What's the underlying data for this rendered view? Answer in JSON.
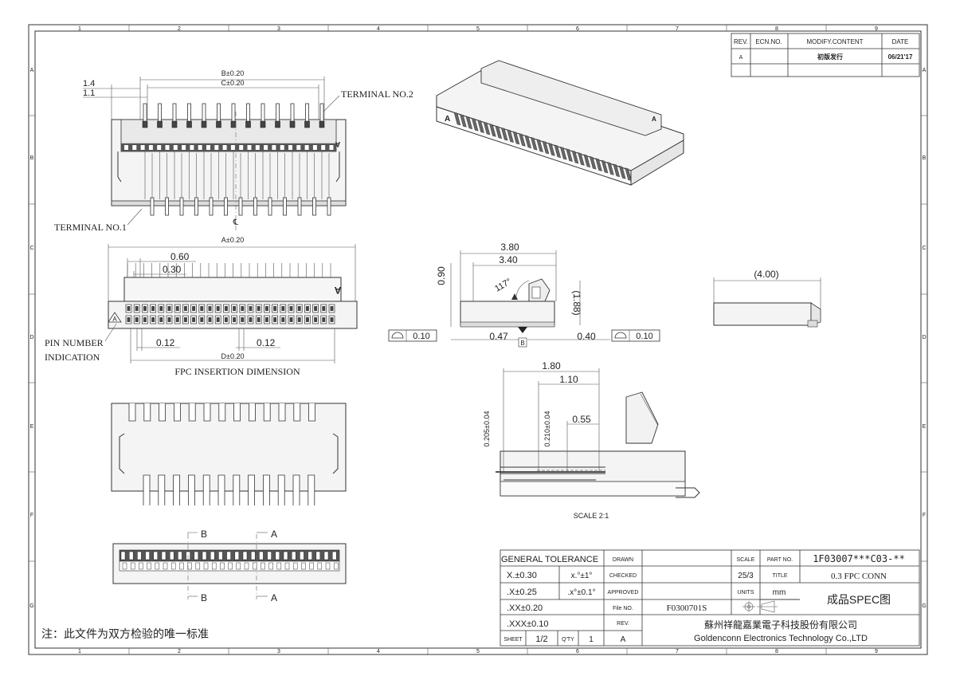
{
  "border": {
    "columns": [
      "1",
      "2",
      "3",
      "4",
      "5",
      "6",
      "7",
      "8",
      "9"
    ],
    "rows": [
      "A",
      "B",
      "C",
      "D",
      "E",
      "F",
      "G"
    ]
  },
  "revision_table": {
    "headers": [
      "REV.",
      "ECN.NO.",
      "MODIFY.CONTENT",
      "DATE"
    ],
    "row": {
      "rev": "A",
      "ecn": "",
      "content": "初版发行",
      "date": "06/21'17"
    }
  },
  "top_view": {
    "dim_b": "B±0.20",
    "dim_c": "C±0.20",
    "dim_14": "1.4",
    "dim_11": "1.1",
    "terminal_no2": "TERMINAL NO.2",
    "terminal_no1": "TERMINAL NO.1",
    "marker_a": "A",
    "centerline": "℄"
  },
  "front_view": {
    "dim_a": "A±0.20",
    "dim_060": "0.60",
    "dim_030": "0.30",
    "dim_012_left": "0.12",
    "dim_012_right": "0.12",
    "dim_d": "D±0.20",
    "pin_number_label_1": "PIN NUMBER",
    "pin_number_label_2": "INDICATION",
    "fpc_insertion": "FPC INSERTION DIMENSION",
    "marker_a": "A"
  },
  "iso_view": {
    "marker_a": "A"
  },
  "side_view": {
    "dim_380": "3.80",
    "dim_340": "3.40",
    "dim_090": "0.90",
    "angle": "117°",
    "dim_188": "(1.88)",
    "flatness_left": "0.10",
    "flatness_right": "0.10",
    "dim_047": "0.47",
    "dim_040": "0.40",
    "datum_b": "B"
  },
  "end_view": {
    "dim_400": "(4.00)"
  },
  "detail_view": {
    "dim_180": "1.80",
    "dim_110": "1.10",
    "dim_055": "0.55",
    "dim_0205": "0.205±0.04",
    "dim_0210": "0.210±0.04",
    "scale_label": "SCALE 2:1"
  },
  "section_marks": {
    "b_top": "B",
    "a_top": "A",
    "b_bottom": "B",
    "a_bottom": "A"
  },
  "title_block": {
    "general_tolerance": "GENERAL TOLERANCE",
    "tol_x": "X.±0.30",
    "tol_x1": ".X±0.25",
    "tol_x2": ".XX±0.20",
    "tol_x3": ".XXX±0.10",
    "ang_1": "x.°±1°",
    "ang_2": ".x°±0.1°",
    "drawn": "DRAWN",
    "checked": "CHECKED",
    "approved": "APPROVED",
    "file_no_label": "File NO.",
    "file_no": "F0300701S",
    "rev_label": "REV.",
    "rev": "A",
    "sheet_label": "SHEET",
    "sheet": "1/2",
    "qty_label": "Q'TY",
    "qty": "1",
    "scale_label": "SCALE",
    "scale": "25/3",
    "units_label": "UNITS",
    "units": "mm",
    "part_no_label": "PART NO.",
    "part_no": "1F03007***C03-**",
    "title_label": "TITLE",
    "title": "0.3 FPC CONN",
    "doc_type": "成品SPEC图",
    "company_cn": "蘇州祥龍嘉業電子科技股份有限公司",
    "company_en": "Goldenconn Electronics Technology Co.,LTD"
  },
  "note": "注：此文件为双方检验的唯一标准"
}
